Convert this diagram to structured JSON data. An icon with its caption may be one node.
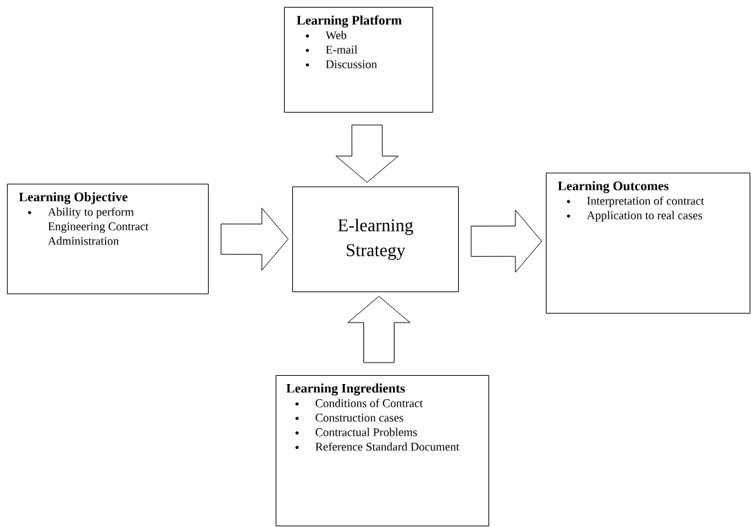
{
  "diagram": {
    "nodes": [
      {
        "text": [
          "Learning Platform",
          "Web",
          "E-mail",
          "Discussion"
        ]
      },
      {
        "text": [
          "Learning Objective",
          "Ability to perform Engineering Contract Administration"
        ]
      },
      {
        "text": [
          "E-learning Strategy"
        ]
      },
      {
        "text": [
          "Learning Outcomes",
          "Interpretation of contract",
          "Application to real cases"
        ]
      },
      {
        "text": [
          "Learning Ingredients",
          "Conditions of Contract",
          "Construction cases",
          "Contractual Problems",
          "Reference Standard Document"
        ]
      }
    ],
    "edges": [
      {
        "from": 0,
        "to": 2,
        "arrow": "to"
      },
      {
        "from": 1,
        "to": 2,
        "arrow": "to"
      },
      {
        "from": 2,
        "to": 3,
        "arrow": "to"
      },
      {
        "from": 4,
        "to": 2,
        "arrow": "to"
      }
    ]
  }
}
